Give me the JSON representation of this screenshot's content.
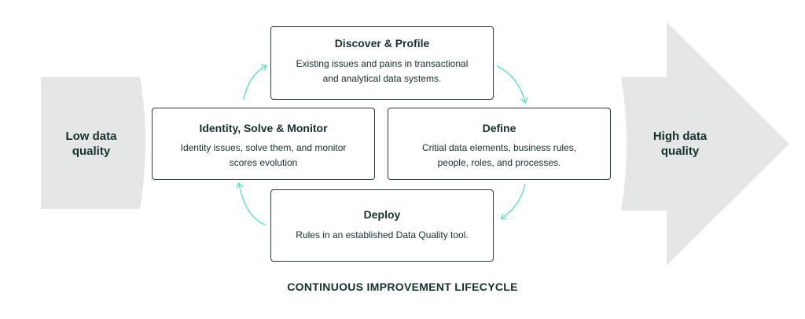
{
  "colors": {
    "shape_fill": "#e4e7e6",
    "text": "#16302f",
    "card_border": "#2b3c3c",
    "connector": "#5fe0c4"
  },
  "left_label": {
    "line1": "Low data",
    "line2": "quality"
  },
  "right_label": {
    "line1": "High data",
    "line2": "quality"
  },
  "steps": {
    "discover": {
      "title": "Discover & Profile",
      "desc_line1": "Existing issues and pains in transactional",
      "desc_line2": "and analytical data systems."
    },
    "identity": {
      "title": "Identity, Solve & Monitor",
      "desc_line1": "Identity issues, solve them, and monitor",
      "desc_line2": "scores evolution"
    },
    "define": {
      "title": "Define",
      "desc_line1": "Critial data elements, business rules,",
      "desc_line2": "people, roles, and processes."
    },
    "deploy": {
      "title": "Deploy",
      "desc_line1": "Rules in an established Data Quality tool."
    }
  },
  "caption": "CONTINUOUS IMPROVEMENT LIFECYCLE"
}
